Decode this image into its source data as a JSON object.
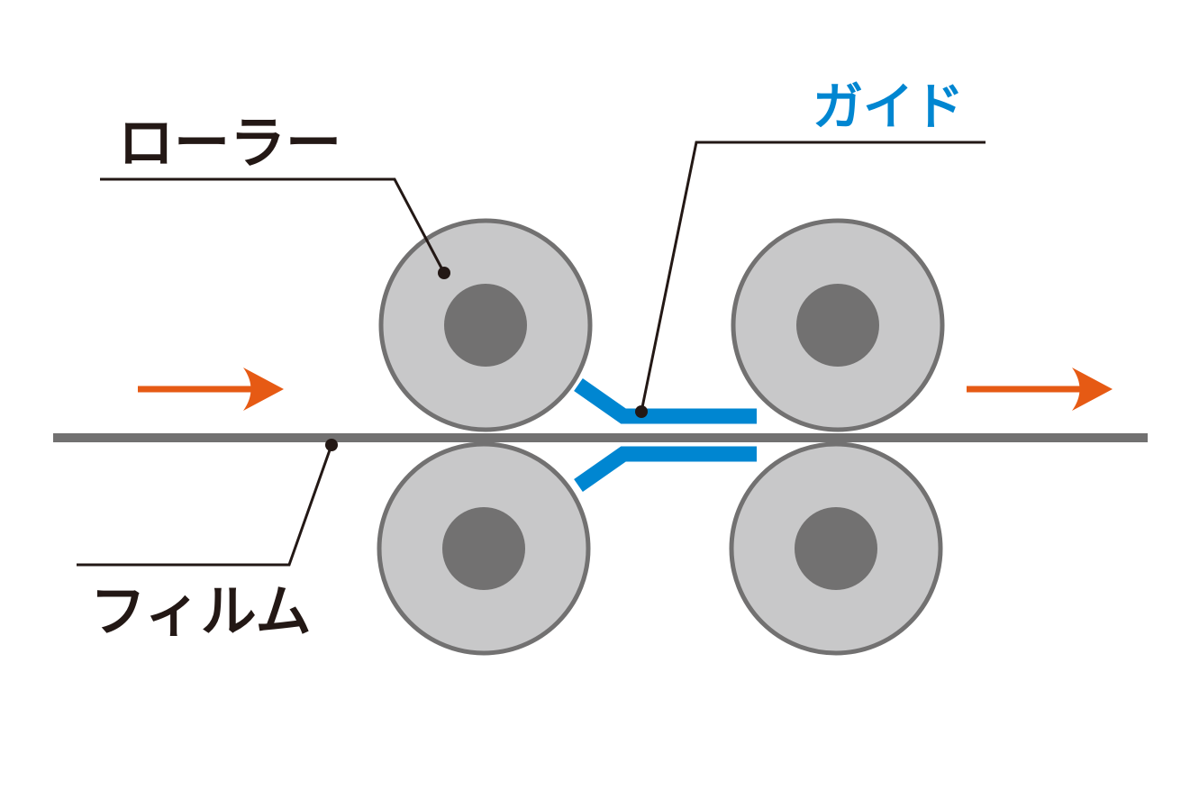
{
  "labels": {
    "roller": "ローラー",
    "guide": "ガイド",
    "film": "フィルム"
  },
  "colors": {
    "background": "#ffffff",
    "roller_fill": "#c8c8c9",
    "roller_outline": "#727171",
    "roller_hub": "#727171",
    "film": "#727171",
    "guide": "#0086d1",
    "arrow": "#e65a14",
    "leader_line": "#231815",
    "label_text": "#231815"
  },
  "icons": {
    "flow_in": "arrow-right-icon",
    "flow_out": "arrow-right-icon"
  }
}
